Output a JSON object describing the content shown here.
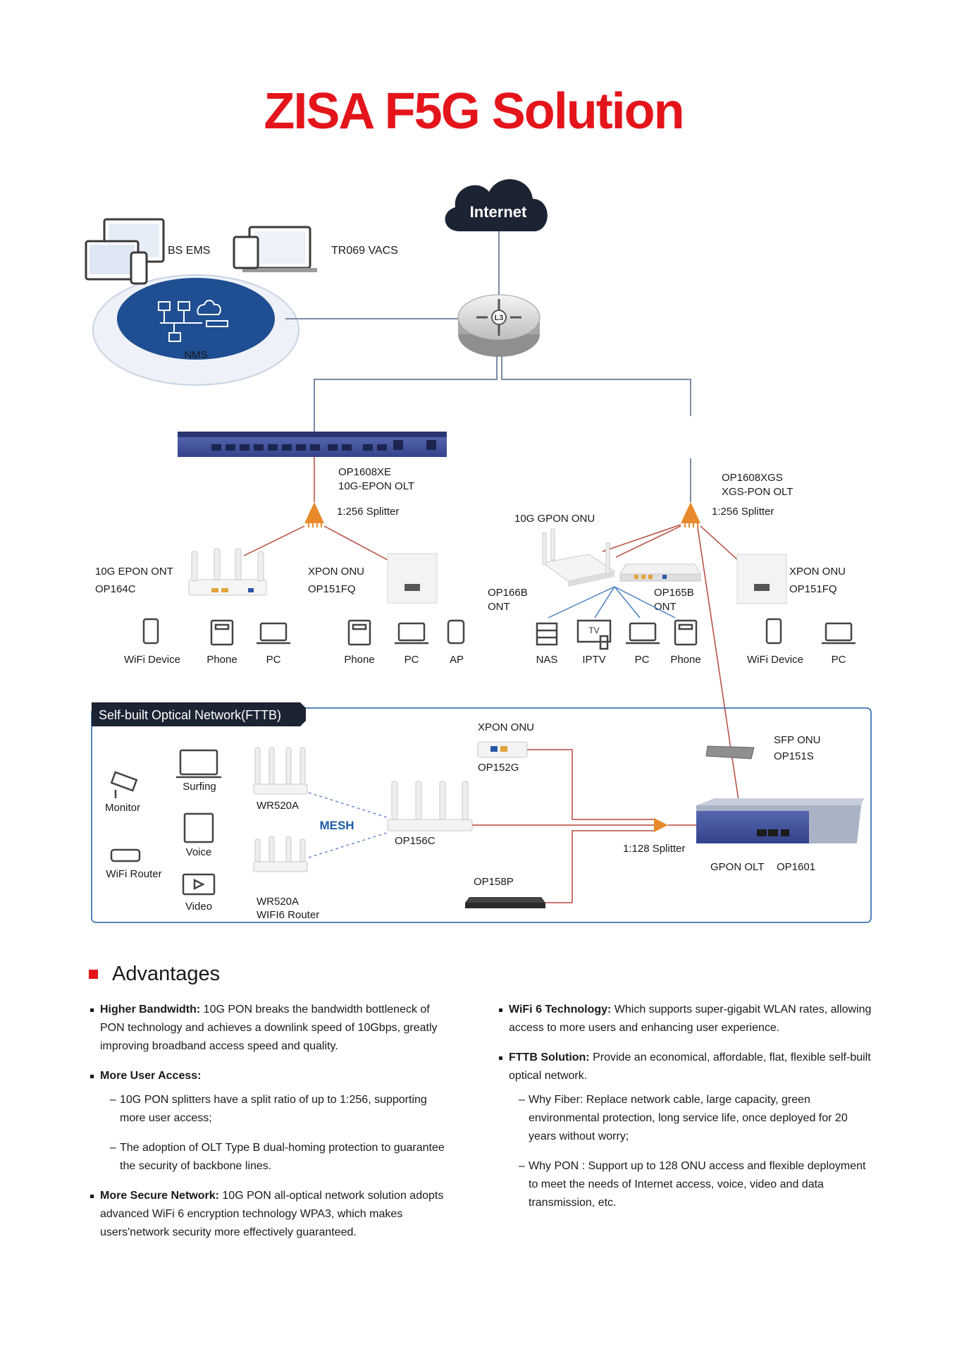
{
  "title": "ZISA F5G Solution",
  "internet": "Internet",
  "router_label": "L3",
  "management": {
    "bs_ems": "BS EMS",
    "tr069": "TR069 VACS",
    "nms": "NMS"
  },
  "left_branch": {
    "olt_model": "OP1608XE",
    "olt_type": "10G-EPON OLT",
    "splitter": "1:256 Splitter",
    "ont1": {
      "title": "10G EPON ONT",
      "model": "OP164C"
    },
    "ont2": {
      "title": "XPON ONU",
      "model": "OP151FQ"
    },
    "devices1": [
      "WiFi Device",
      "Phone",
      "PC"
    ],
    "devices2": [
      "Phone",
      "PC",
      "AP"
    ]
  },
  "right_branch": {
    "olt_model": "OP1608XGS",
    "olt_type": "XGS-PON OLT",
    "splitter": "1:256 Splitter",
    "gpon_onu": "10G GPON ONU",
    "ont_b": {
      "model": "OP166B",
      "kind": "ONT"
    },
    "ont_c": {
      "model": "OP165B",
      "kind": "ONT"
    },
    "onu": {
      "title": "XPON ONU",
      "model": "OP151FQ"
    },
    "devices_mid": [
      "NAS",
      "IPTV",
      "PC",
      "Phone"
    ],
    "devices_right": [
      "WiFi Device",
      "PC"
    ],
    "tv_text": "TV"
  },
  "fttb": {
    "tag": "Self-built Optical Network(FTTB)",
    "left_devices": [
      "Monitor",
      "WiFi Router"
    ],
    "mid_devices": [
      "Surfing",
      "Voice",
      "Video"
    ],
    "router_top": "WR520A",
    "router_bottom": [
      "WR520A",
      "WIFI6 Router"
    ],
    "mesh": "MESH",
    "op156c": "OP156C",
    "xpon_onu": {
      "title": "XPON ONU",
      "model": "OP152G"
    },
    "sfp_onu": {
      "title": "SFP ONU",
      "model": "OP151S"
    },
    "splitter": "1:128 Splitter",
    "op158p": "OP158P",
    "gpon_olt": "GPON OLT",
    "gpon_olt_model": "OP1601"
  },
  "advantages": {
    "heading": "Advantages",
    "left": {
      "bandwidth": {
        "title": "Higher Bandwidth:",
        "text": "10G PON breaks the bandwidth bottleneck of PON technology and achieves a downlink speed of 10Gbps, greatly improving broadband access speed and quality."
      },
      "access": {
        "title": "More User Access:",
        "sub1": "10G PON splitters have a split ratio of up to 1:256, supporting more user access;",
        "sub2": "The adoption of OLT Type B dual-homing protection to guarantee the security of backbone lines."
      },
      "secure": {
        "title": "More Secure Network:",
        "text": "10G PON all-optical network solution adopts advanced WiFi 6 encryption technology WPA3, which makes users'network security more effectively guaranteed."
      }
    },
    "right": {
      "wifi6": {
        "title": "WiFi 6 Technology:",
        "text": "Which supports super-gigabit WLAN rates, allowing access to more users and enhancing user experience."
      },
      "fttb": {
        "title": "FTTB Solution:",
        "text": "Provide an economical, affordable, flat, flexible self-built optical network.",
        "sub1": "Why Fiber: Replace network cable, large capacity, green environmental protection, long service life, once deployed for 20 years without worry;",
        "sub2": "Why PON : Support up to 128 ONU access and flexible deployment to meet the needs of Internet access, voice, video and data transmission, etc."
      }
    }
  },
  "colors": {
    "accent_red": "#e4141b",
    "olt_blue": "#3f4f9e",
    "fiber_red": "#b5483a",
    "splitter_orange": "#e88a2c",
    "frame_blue": "#1f5ea8",
    "navy_tag": "#1c2333"
  }
}
